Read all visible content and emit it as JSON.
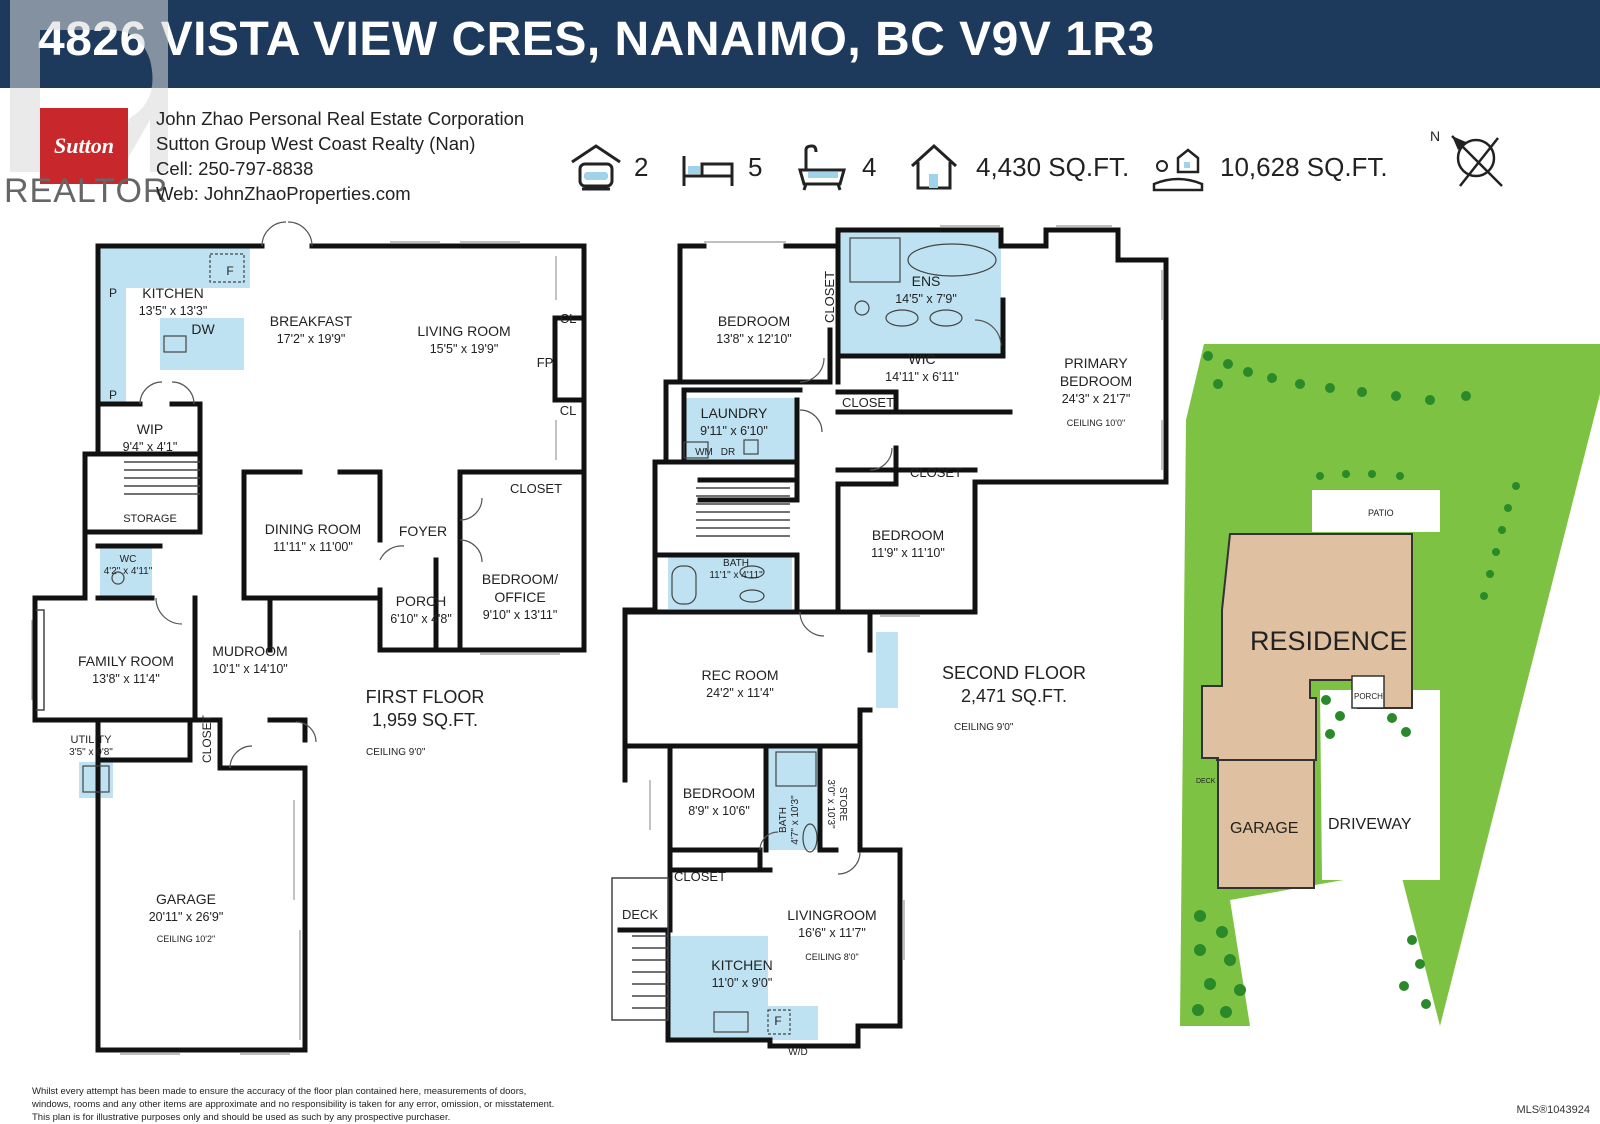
{
  "header": {
    "title": "4826 VISTA VIEW CRES, NANAIMO, BC V9V 1R3"
  },
  "logo": {
    "realtor": "REALTOR",
    "brand": "Sutton"
  },
  "agent": {
    "name": "John Zhao Personal Real Estate Corporation",
    "company": "Sutton Group West Coast Realty (Nan)",
    "cell": "Cell: 250-797-8838",
    "web": "Web: JohnZhaoProperties.com"
  },
  "stats": {
    "garage": "2",
    "beds": "5",
    "baths": "4",
    "floor_area": "4,430 SQ.FT.",
    "lot_area": "10,628 SQ.FT.",
    "north": "N"
  },
  "first_floor": {
    "label": "FIRST FLOOR",
    "area": "1,959 SQ.FT.",
    "ceiling": "CEILING 9'0\"",
    "rooms": {
      "kitchen": {
        "name": "KITCHEN",
        "dim": "13'5\" x 13'3\""
      },
      "breakfast": {
        "name": "BREAKFAST",
        "dim": "17'2\" x 19'9\""
      },
      "living": {
        "name": "LIVING ROOM",
        "dim": "15'5\" x 19'9\""
      },
      "wip": {
        "name": "WIP",
        "dim": "9'4\" x 4'1\""
      },
      "storage": {
        "name": "STORAGE"
      },
      "wc": {
        "name": "WC",
        "dim": "4'2\" x 4'11\""
      },
      "dining": {
        "name": "DINING ROOM",
        "dim": "11'11\" x 11'00\""
      },
      "foyer": {
        "name": "FOYER"
      },
      "bedroom_office": {
        "name": "BEDROOM/",
        "name2": "OFFICE",
        "dim": "9'10\" x 13'11\""
      },
      "porch": {
        "name": "PORCH",
        "dim": "6'10\" x 4'8\""
      },
      "family": {
        "name": "FAMILY ROOM",
        "dim": "13'8\" x 11'4\""
      },
      "mudroom": {
        "name": "MUDROOM",
        "dim": "10'1\" x 14'10\""
      },
      "utility": {
        "name": "UTILITY",
        "dim": "3'5\" x 9'8\""
      },
      "closet": "CLOSET",
      "closet_v": "CLOSET",
      "garage": {
        "name": "GARAGE",
        "dim": "20'11\" x 26'9\"",
        "ceiling": "CEILING 10'2\""
      }
    },
    "fixtures": {
      "f": "F",
      "p": "P",
      "dw": "DW",
      "cl": "CL",
      "fp": "FP"
    }
  },
  "second_floor": {
    "label": "SECOND FLOOR",
    "area": "2,471 SQ.FT.",
    "ceiling": "CEILING 9'0\"",
    "rooms": {
      "bedroom1": {
        "name": "BEDROOM",
        "dim": "13'8\" x 12'10\""
      },
      "closet_v": "CLOSET",
      "ens": {
        "name": "ENS",
        "dim": "14'5\" x 7'9\""
      },
      "wic": {
        "name": "WIC",
        "dim": "14'11\" x 6'11\""
      },
      "primary": {
        "name": "PRIMARY",
        "name2": "BEDROOM",
        "dim": "24'3\" x 21'7\"",
        "ceiling": "CEILING 10'0\""
      },
      "laundry": {
        "name": "LAUNDRY",
        "dim": "9'11\" x 6'10\"",
        "wm": "WM",
        "dr": "DR"
      },
      "closet2": "CLOSET",
      "closet3": "CLOSET",
      "bedroom2": {
        "name": "BEDROOM",
        "dim": "11'9\" x 11'10\""
      },
      "bath": {
        "name": "BATH",
        "dim": "11'1\" x 4'11\""
      },
      "rec": {
        "name": "REC ROOM",
        "dim": "24'2\" x 11'4\""
      }
    }
  },
  "lower_suite": {
    "bedroom": {
      "name": "BEDROOM",
      "dim": "8'9\" x 10'6\""
    },
    "bath": {
      "name": "BATH",
      "dim": "4'7\" x 10'3\""
    },
    "storage": {
      "name": "STORE",
      "dim": "3'0\" x 10'3\""
    },
    "closet": "CLOSET",
    "deck": "DECK",
    "living": {
      "name": "LIVINGROOM",
      "dim": "16'6\" x 11'7\"",
      "ceiling": "CEILING 8'0\""
    },
    "kitchen": {
      "name": "KITCHEN",
      "dim": "11'0\" x 9'0\""
    },
    "f": "F",
    "wd": "W/D"
  },
  "site": {
    "patio": "PATIO",
    "residence": "RESIDENCE",
    "porch": "PORCH",
    "deck": "DECK",
    "garage": "GARAGE",
    "driveway": "DRIVEWAY",
    "colors": {
      "lawn": "#7dc242",
      "building": "#dfc0a0",
      "tree": "#2a8a2a"
    }
  },
  "disclaimer": {
    "line1": "Whilst every attempt has been made to ensure the accuracy of the floor plan contained here, measurements of doors,",
    "line2": "windows, rooms and any other items are approximate and no responsibility is taken for any error, omission, or misstatement.",
    "line3": "This plan is for illustrative purposes only and should be used as such by any prospective purchaser."
  },
  "mls": "MLS®1043924",
  "colors": {
    "header": "#1d3a5c",
    "wet_area": "#bfe2f2",
    "wall": "#111111",
    "brand_red": "#c8282c"
  }
}
